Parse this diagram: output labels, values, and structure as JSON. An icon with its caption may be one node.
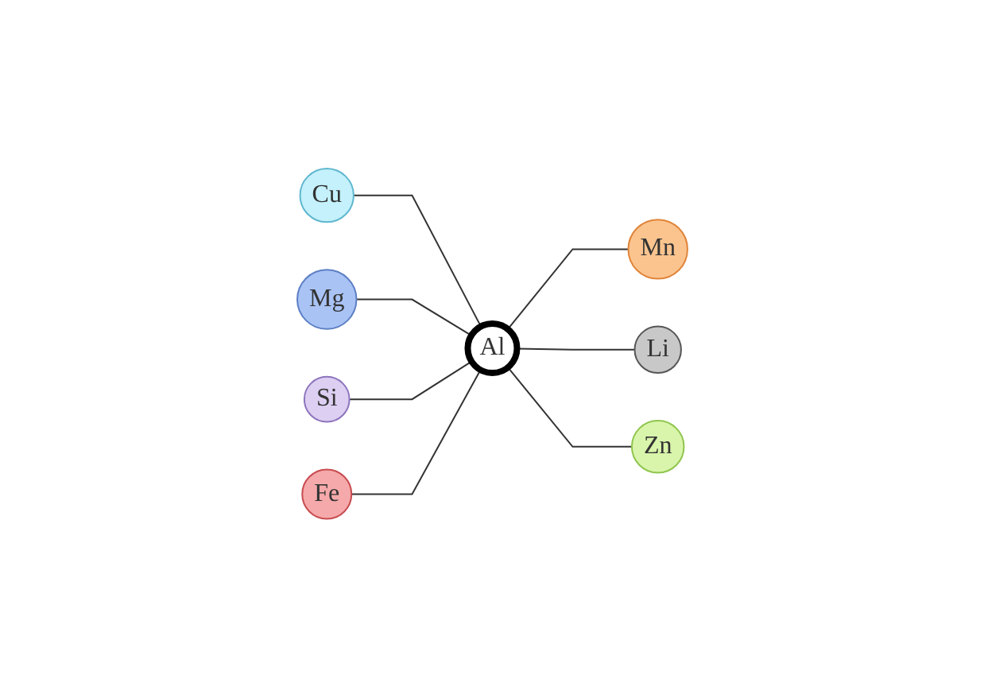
{
  "diagram": {
    "nodes": [
      {
        "text": [
          "Cu"
        ]
      },
      {
        "text": [
          "Mg"
        ]
      },
      {
        "text": [
          "Si"
        ]
      },
      {
        "text": [
          "Fe"
        ]
      },
      {
        "text": [
          "Al"
        ]
      },
      {
        "text": [
          "Mn"
        ]
      },
      {
        "text": [
          "Li"
        ]
      },
      {
        "text": [
          "Zn"
        ]
      }
    ],
    "edges": [
      {
        "from": 0,
        "to": 4,
        "arrow": "none"
      },
      {
        "from": 1,
        "to": 4,
        "arrow": "none"
      },
      {
        "from": 2,
        "to": 4,
        "arrow": "none"
      },
      {
        "from": 3,
        "to": 4,
        "arrow": "none"
      },
      {
        "from": 4,
        "to": 5,
        "arrow": "none"
      },
      {
        "from": 4,
        "to": 6,
        "arrow": "none"
      },
      {
        "from": 4,
        "to": 7,
        "arrow": "none"
      }
    ]
  }
}
